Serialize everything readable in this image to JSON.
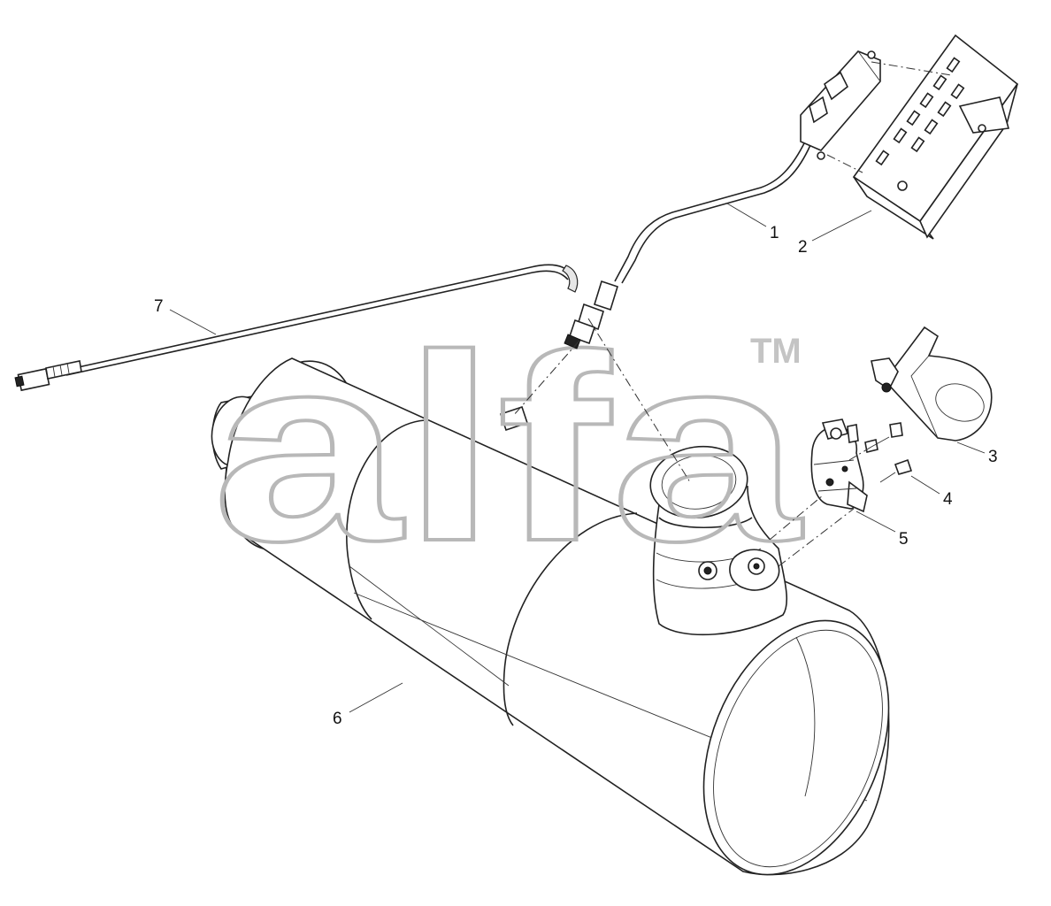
{
  "watermark": {
    "text": "alfa",
    "trademark": "TM"
  },
  "callouts": [
    {
      "id": "1",
      "label": "1"
    },
    {
      "id": "2",
      "label": "2"
    },
    {
      "id": "3",
      "label": "3"
    },
    {
      "id": "4",
      "label": "4"
    },
    {
      "id": "5",
      "label": "5"
    },
    {
      "id": "6",
      "label": "6"
    },
    {
      "id": "7",
      "label": "7"
    }
  ]
}
